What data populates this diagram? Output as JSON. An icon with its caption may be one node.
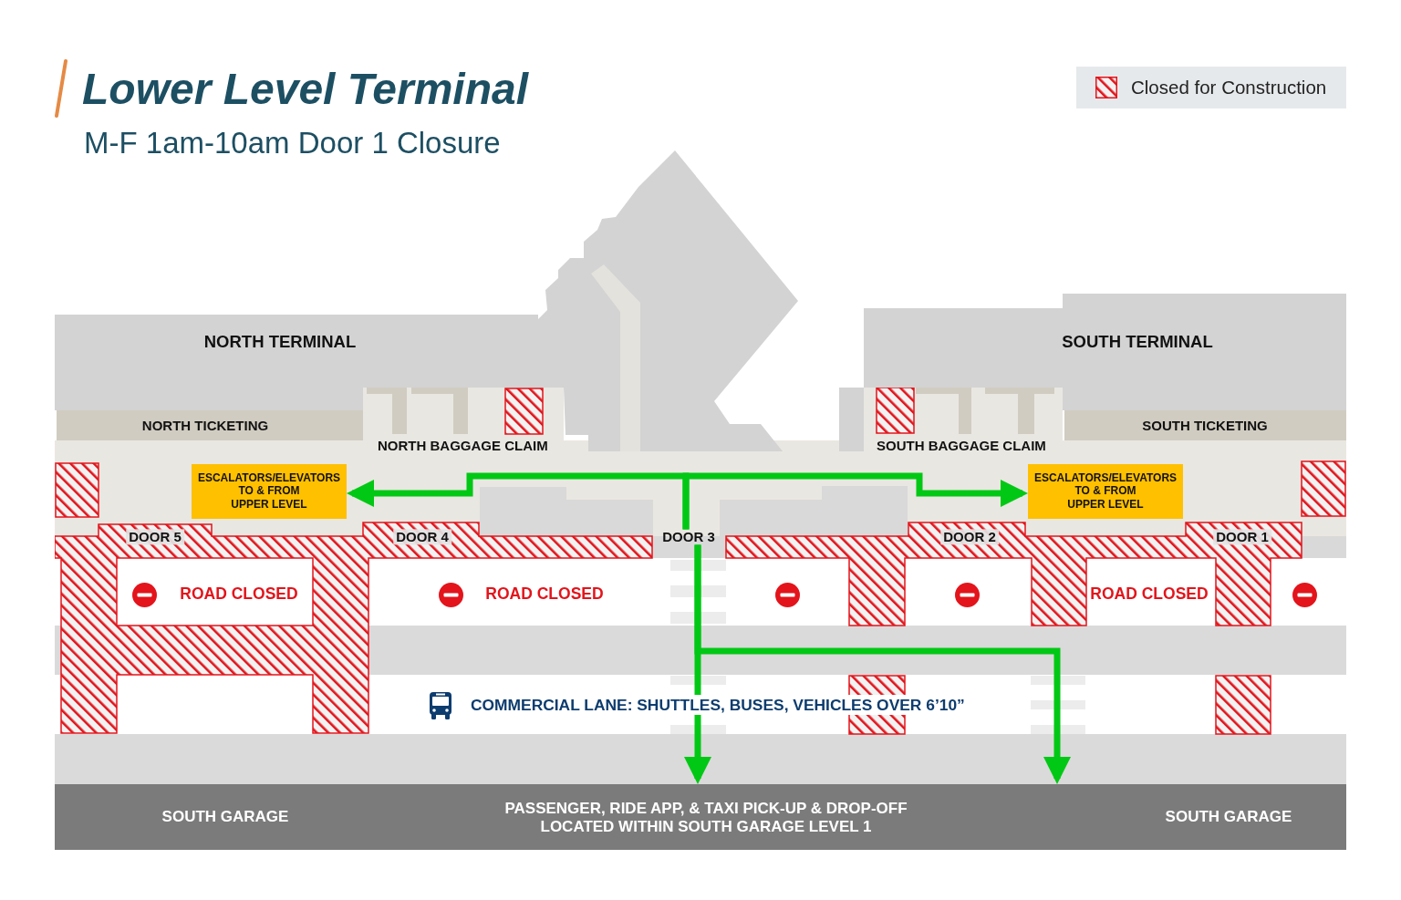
{
  "diagram": {
    "title": "Lower Level Terminal",
    "nodes": [
      {
        "text": [
          "NORTH TERMINAL"
        ]
      },
      {
        "text": [
          "SOUTH TERMINAL"
        ]
      },
      {
        "text": [
          "NORTH TICKETING"
        ]
      },
      {
        "text": [
          "SOUTH TICKETING"
        ]
      },
      {
        "text": [
          "ESCALATORS/ELEVATORS TO & FROM UPPER LEVEL"
        ]
      },
      {
        "text": [
          "ESCALATORS/ELEVATORS TO & FROM UPPER LEVEL"
        ]
      },
      {
        "text": [
          "DOOR 5"
        ]
      },
      {
        "text": [
          "DOOR 4"
        ]
      },
      {
        "text": [
          "DOOR 3"
        ]
      },
      {
        "text": [
          "DOOR 2"
        ]
      },
      {
        "text": [
          "DOOR 1"
        ]
      },
      {
        "text": [
          "SOUTH GARAGE",
          "PASSENGER, RIDE APP, & TAXI PICK-UP & DROP-OFF LOCATED WITHIN SOUTH GARAGE LEVEL 1",
          "SOUTH GARAGE"
        ]
      }
    ],
    "edges": [
      {
        "from": 8,
        "to": 4,
        "arrow": "to"
      },
      {
        "from": 8,
        "to": 5,
        "arrow": "to"
      },
      {
        "from": 8,
        "to": 11,
        "arrow": "to"
      },
      {
        "from": 8,
        "to": 11,
        "arrow": "to"
      }
    ],
    "labels": [
      "M-F 1am-10am Door 1 Closure",
      "NORTH BAGGAGE CLAIM",
      "SOUTH BAGGAGE CLAIM",
      "ROAD CLOSED",
      "ROAD CLOSED",
      "ROAD CLOSED",
      "COMMERCIAL LANE: SHUTTLES, BUSES, VEHICLES OVER 6’10”"
    ],
    "legend": [
      {
        "text": "Closed for Construction"
      }
    ]
  }
}
